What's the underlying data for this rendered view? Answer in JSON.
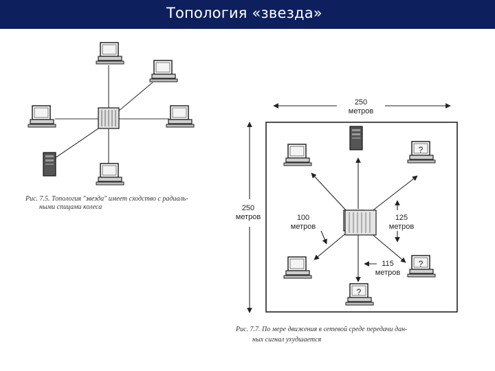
{
  "header": {
    "title": "Топология «звезда»"
  },
  "figure_left": {
    "caption_line1": "Рис. 7.5. Топология \"звезда\" имеет сходство с радиаль-",
    "caption_line2": "ными спицами колеса"
  },
  "figure_right": {
    "width_label_1": "250",
    "width_label_2": "метров",
    "height_label_1": "250",
    "height_label_2": "метров",
    "dist_100_1": "100",
    "dist_100_2": "метров",
    "dist_125_1": "125",
    "dist_125_2": "метров",
    "dist_115_1": "115",
    "dist_115_2": "метров",
    "question_mark": "?",
    "caption_line1": "Рис. 7.7. По мере движения в сетевой среде передачи дан-",
    "caption_line2": "ных сигнал ухудшается"
  }
}
